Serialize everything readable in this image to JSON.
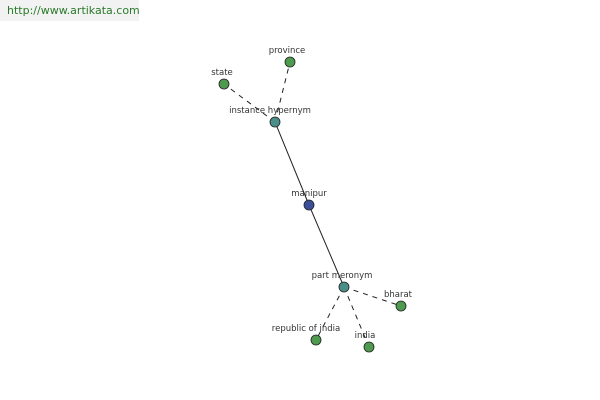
{
  "site": {
    "url": "http://www.artikata.com"
  },
  "graph": {
    "colors": {
      "center": "#3a4f9a",
      "relation": "#4a8e8a",
      "leaf": "#4e9a4e",
      "stroke": "#222222"
    },
    "nodes": [
      {
        "id": "manipur",
        "label": "manipur",
        "kind": "center"
      },
      {
        "id": "instance-hypernym",
        "label": "instance hypernym",
        "kind": "relation"
      },
      {
        "id": "part-meronym",
        "label": "part meronym",
        "kind": "relation"
      },
      {
        "id": "province",
        "label": "province",
        "kind": "leaf"
      },
      {
        "id": "state",
        "label": "state",
        "kind": "leaf"
      },
      {
        "id": "bharat",
        "label": "bharat",
        "kind": "leaf"
      },
      {
        "id": "republic-of-india",
        "label": "republic of india",
        "kind": "leaf"
      },
      {
        "id": "india",
        "label": "india",
        "kind": "leaf"
      }
    ],
    "edges": [
      {
        "from": "manipur",
        "to": "instance-hypernym",
        "style": "solid"
      },
      {
        "from": "manipur",
        "to": "part-meronym",
        "style": "solid"
      },
      {
        "from": "instance-hypernym",
        "to": "province",
        "style": "dashed"
      },
      {
        "from": "instance-hypernym",
        "to": "state",
        "style": "dashed"
      },
      {
        "from": "part-meronym",
        "to": "bharat",
        "style": "dashed"
      },
      {
        "from": "part-meronym",
        "to": "republic-of-india",
        "style": "dashed"
      },
      {
        "from": "part-meronym",
        "to": "india",
        "style": "dashed"
      }
    ]
  }
}
